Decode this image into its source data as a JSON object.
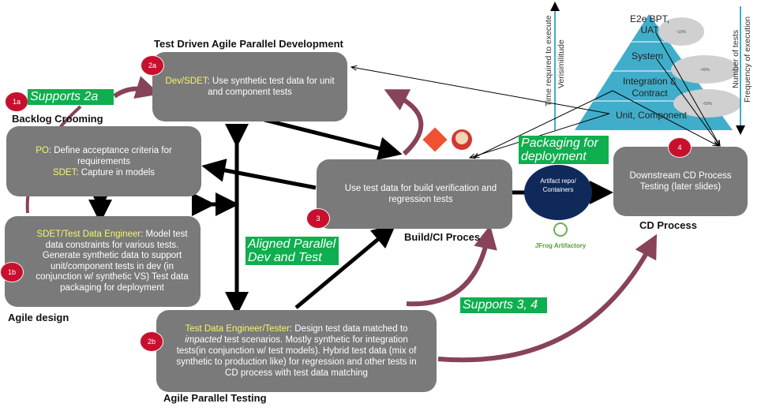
{
  "titles": {
    "dev": "Test Driven Agile Parallel Development",
    "backlog": "Backlog Crooming",
    "design": "Agile design",
    "build": "Build/CI Proces",
    "testing": "Agile Parallel Testing",
    "cd": "CD Process"
  },
  "badges": {
    "b1a": "1a",
    "b1b": "1b",
    "b2a": "2a",
    "b2b": "2b",
    "b3": "3",
    "b4": "4"
  },
  "boxes": {
    "b2a": {
      "role": "Dev/SDET",
      "text": ": Use synthetic test data for unit and component tests"
    },
    "b1a": {
      "role1": "PO",
      "text1": ": Define acceptance criteria for requirements",
      "role2": "SDET",
      "text2": ": Capture in models"
    },
    "b1b": {
      "role": "SDET/Test Data Engineer",
      "text": ": Model test data constraints for various tests. Generate synthetic data to support unit/component tests in dev (in conjunction w/ synthetic VS) Test data packaging for deployment"
    },
    "b3": {
      "text": "Use test data for build verification and regression tests"
    },
    "b2b": {
      "role": "Test Data Engineer/Tester",
      "text1": ": Design test data matched to ",
      "em": "impacted",
      "text2": " test scenarios. Mostly synthetic for integration tests(in conjunction w/ test models). Hybrid test data (mix of synthetic to production like) for regression and other tests in CD process with test data matching"
    },
    "b4": {
      "text": "Downstream CD Process Testing (later slides)"
    }
  },
  "labels": {
    "supports2a": "Supports 2a",
    "aligned": "Aligned Parallel Dev and Test",
    "packaging": "Packaging for deployment",
    "supports34": "Supports 3, 4"
  },
  "artifact": {
    "text": "Artifact repo/ Containers",
    "brand": "JFrog Artifactory"
  },
  "pyramid": {
    "levels": [
      "E2e BPT, UAT",
      "System",
      "Integration & Contract",
      "Unit, Component"
    ],
    "percents": [
      "~10%",
      "~40%",
      "~50%"
    ],
    "left_axis": [
      "Time required to execute",
      "Verisimilitude"
    ],
    "right_axis": [
      "Number of tests",
      "Frequency of execution"
    ]
  },
  "colors": {
    "box": "#7a7a7a",
    "badge": "#c8102e",
    "green": "#0fae4f",
    "pyramid": "#40aecb",
    "curve": "#7b2f45",
    "artifact": "#0f2a5a"
  }
}
